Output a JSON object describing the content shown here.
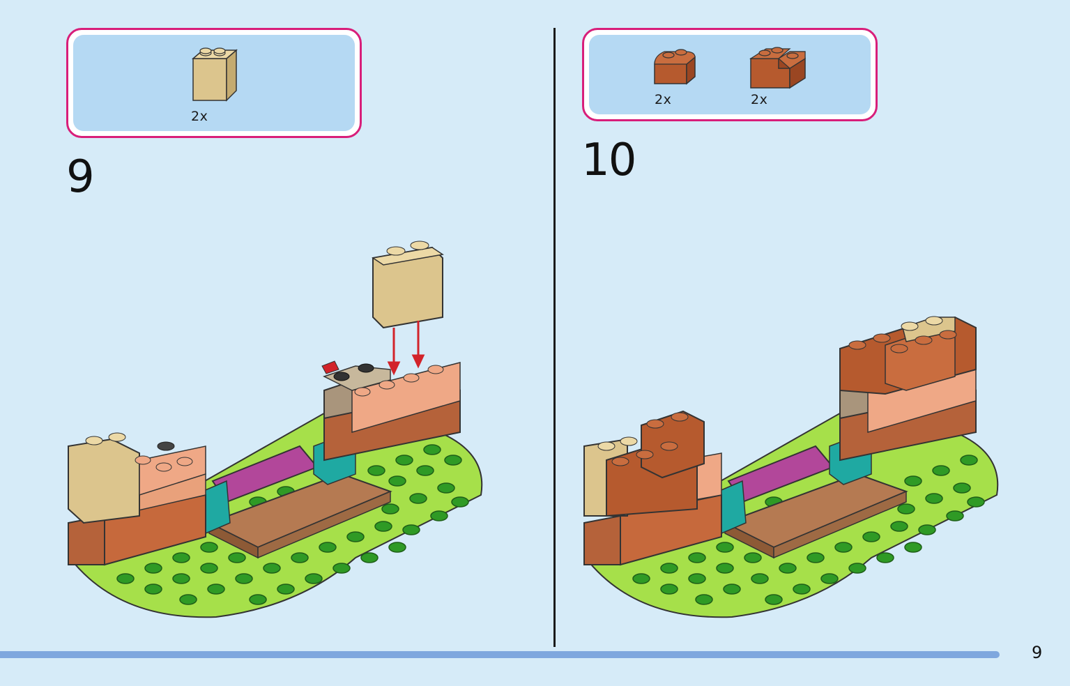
{
  "steps": [
    {
      "number": "9",
      "parts": [
        {
          "qty": "2x",
          "part": "tan-1x2x2-brick-icon",
          "color": "#dcc58d"
        }
      ]
    },
    {
      "number": "10",
      "parts": [
        {
          "qty": "2x",
          "part": "reddish-brown-round-1x2-brick-icon",
          "color": "#b65a2e"
        },
        {
          "qty": "2x",
          "part": "reddish-brown-corner-brick-icon",
          "color": "#b65a2e"
        }
      ]
    }
  ],
  "page_number": "9",
  "colors": {
    "background": "#d6ebf8",
    "callout_border": "#d81e7a",
    "callout_fill": "#b5d9f3",
    "footer_bar": "#7fa7de",
    "arrow": "#d2232a",
    "baseplate": "#a6e04a",
    "stud": "#2a7f1f"
  }
}
